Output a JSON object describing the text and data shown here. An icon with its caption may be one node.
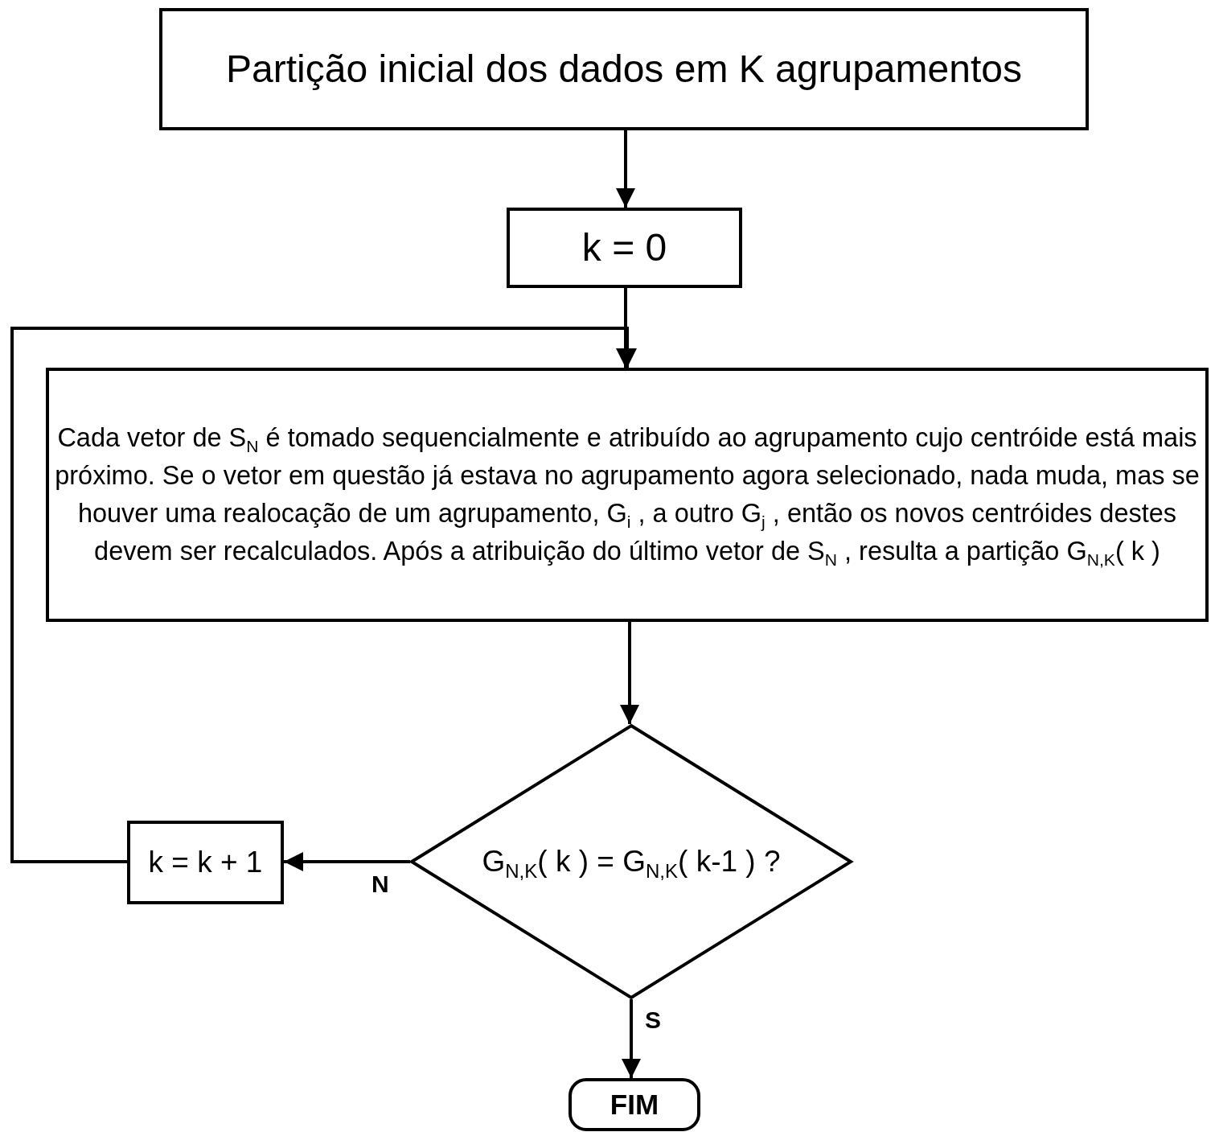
{
  "diagram": {
    "nodes": [
      {
        "text": [
          "Partição inicial dos dados em K agrupamentos"
        ]
      },
      {
        "text": [
          "k = 0"
        ]
      },
      {
        "text": [
          "Cada vetor de S$_{N}$ é tomado sequencialmente e atribuído ao agrupamento cujo centróide está mais próximo. Se o vetor em questão já estava no agrupamento agora selecionado, nada muda, mas se houver uma realocação de um agrupamento, G$_{i}$ , a outro G$_{j}$ , então os novos centróides destes devem ser recalculados. Após a atribuição do último vetor de S$_{N}$ , resulta a partição G$_{N,K}$( k )"
        ]
      },
      {
        "text": [
          "G$_{N,K}$( k ) = G$_{N,K}$( k-1 ) ?"
        ]
      },
      {
        "text": [
          "k = k + 1"
        ]
      },
      {
        "text": [
          "FIM"
        ]
      }
    ],
    "edges": [
      {
        "from": 0,
        "to": 1,
        "arrow": "to"
      },
      {
        "from": 1,
        "to": 2,
        "arrow": "to"
      },
      {
        "from": 2,
        "to": 3,
        "arrow": "to"
      },
      {
        "from": 3,
        "to": 4,
        "arrow": "to",
        "label": "N"
      },
      {
        "from": 4,
        "to": 2,
        "arrow": "to"
      },
      {
        "from": 3,
        "to": 5,
        "arrow": "to",
        "label": "S"
      }
    ]
  }
}
